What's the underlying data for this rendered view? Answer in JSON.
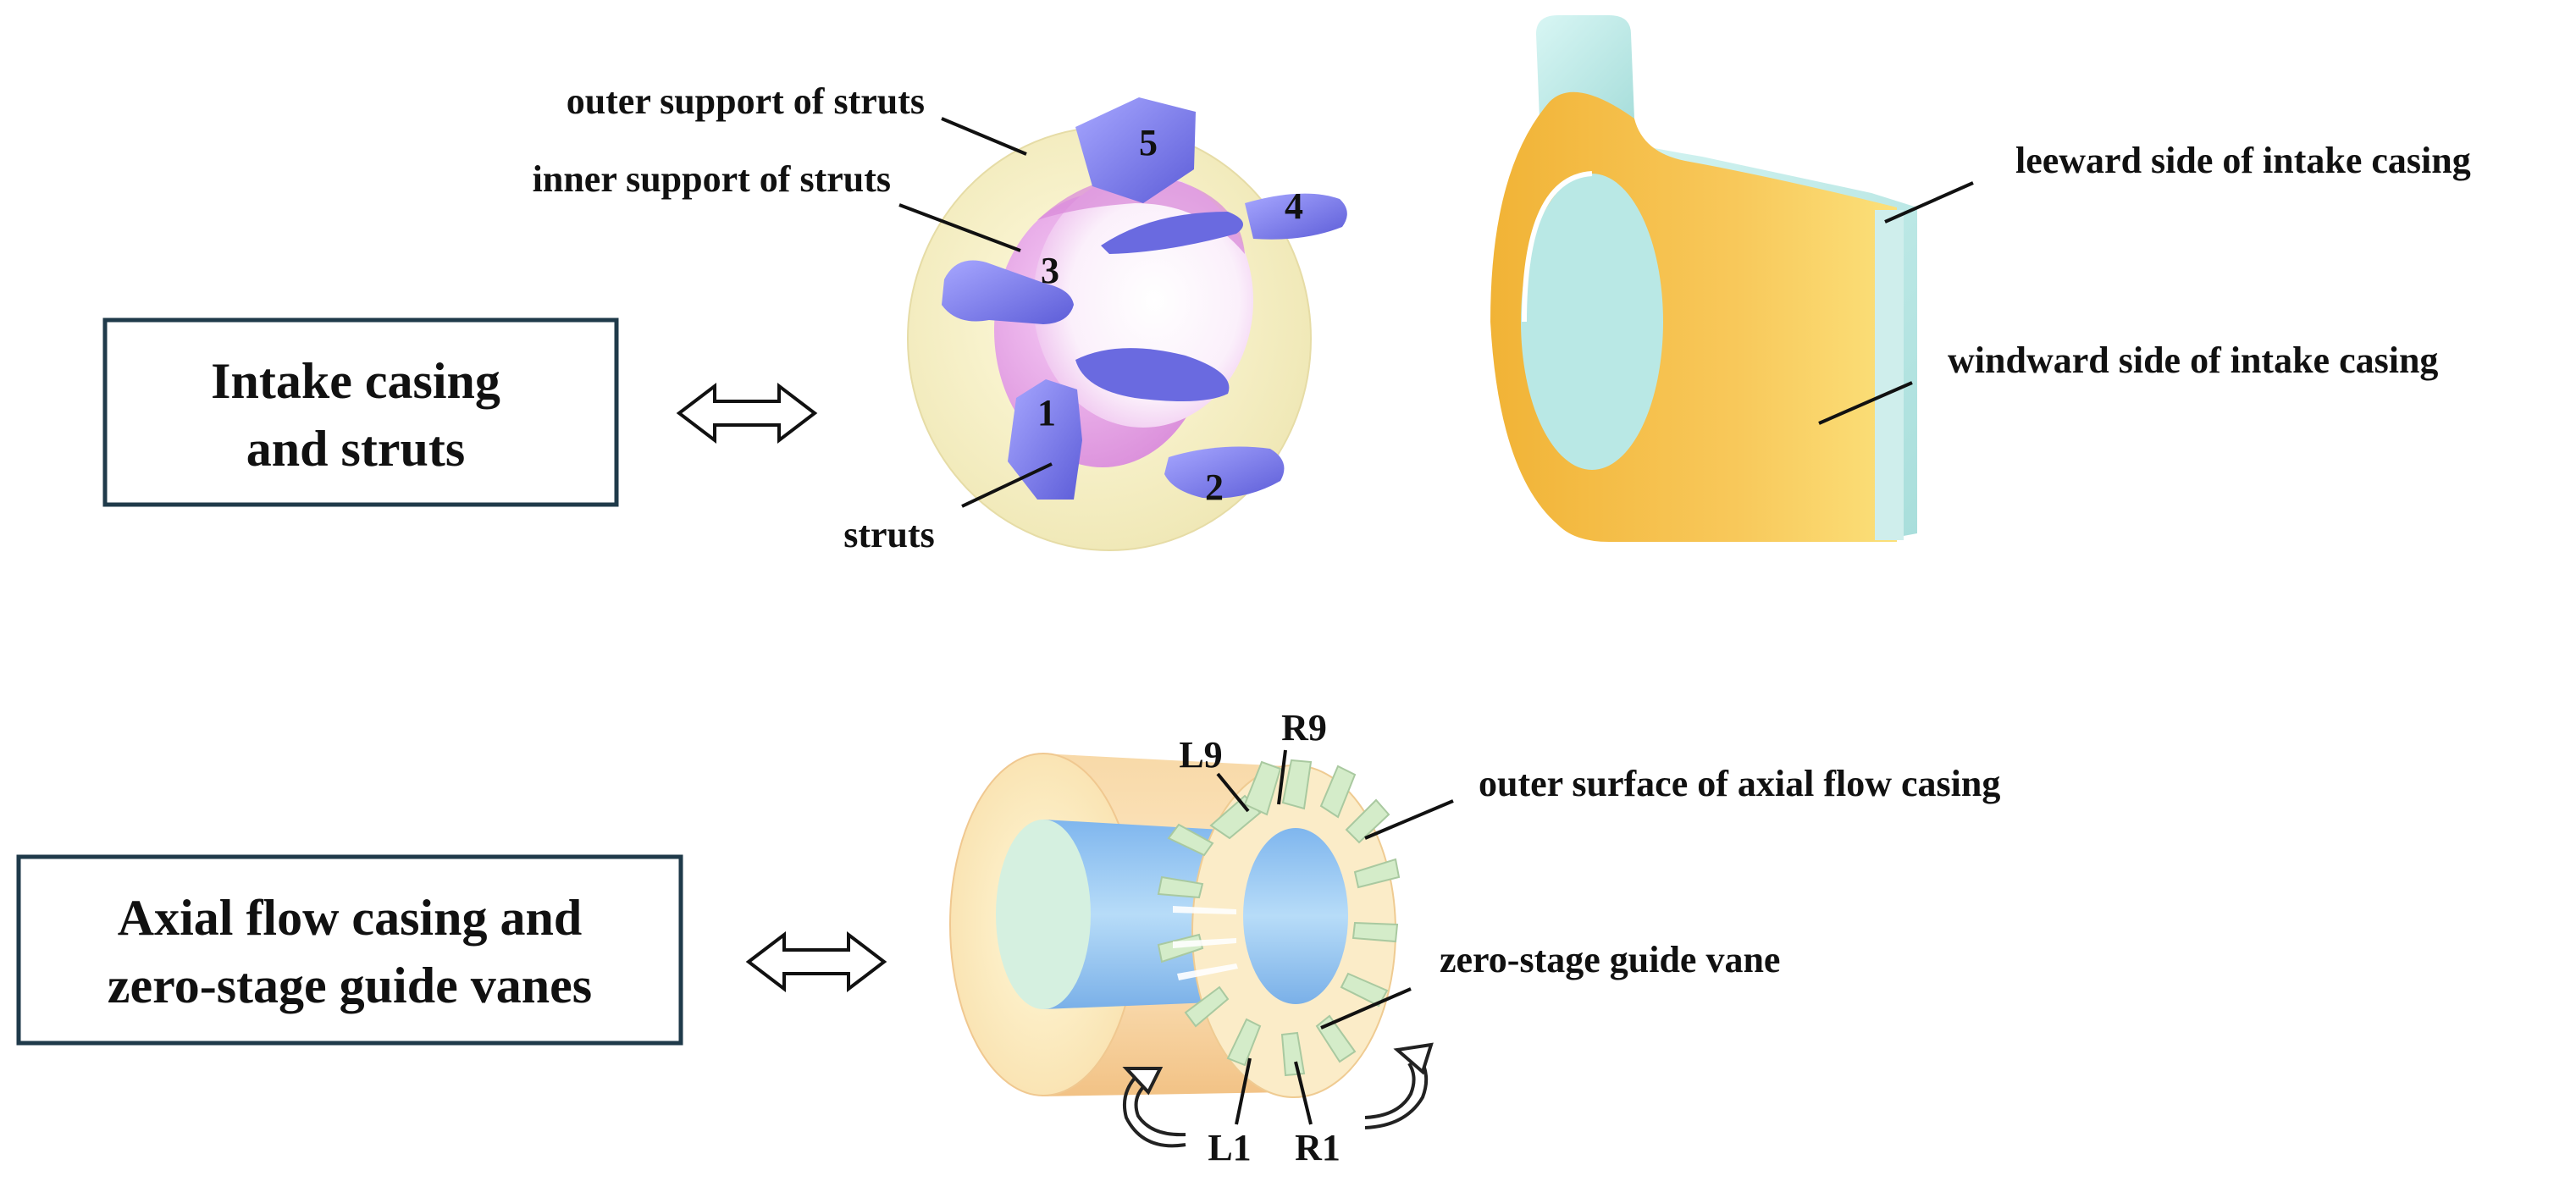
{
  "top_section": {
    "box_title_line1": "Intake casing",
    "box_title_line2": "and struts",
    "labels": {
      "outer_support": "outer support of struts",
      "inner_support": "inner support of struts",
      "struts": "struts",
      "leeward": "leeward side of intake casing",
      "windward": "windward side of intake casing"
    },
    "strut_numbers": [
      "1",
      "2",
      "3",
      "4",
      "5"
    ]
  },
  "bottom_section": {
    "box_title_line1": "Axial flow casing and",
    "box_title_line2": "zero-stage guide vanes",
    "labels": {
      "outer_surface": "outer surface of axial flow casing",
      "guide_vane": "zero-stage guide vane"
    },
    "vane_labels": {
      "l9": "L9",
      "r9": "R9",
      "l1": "L1",
      "r1": "R1"
    }
  },
  "colors": {
    "box_border": "#1f3a4a",
    "strut_blue": "#7e7ef0",
    "inner_pink": "#e89ee8",
    "outer_cream": "#f7f2c6",
    "casing_yellow": "#f5c04a",
    "casing_cyan": "#bfecea",
    "axial_orange": "#f6cf98",
    "axial_blue": "#8fc4f0",
    "vane_green": "#d4ecc9"
  }
}
